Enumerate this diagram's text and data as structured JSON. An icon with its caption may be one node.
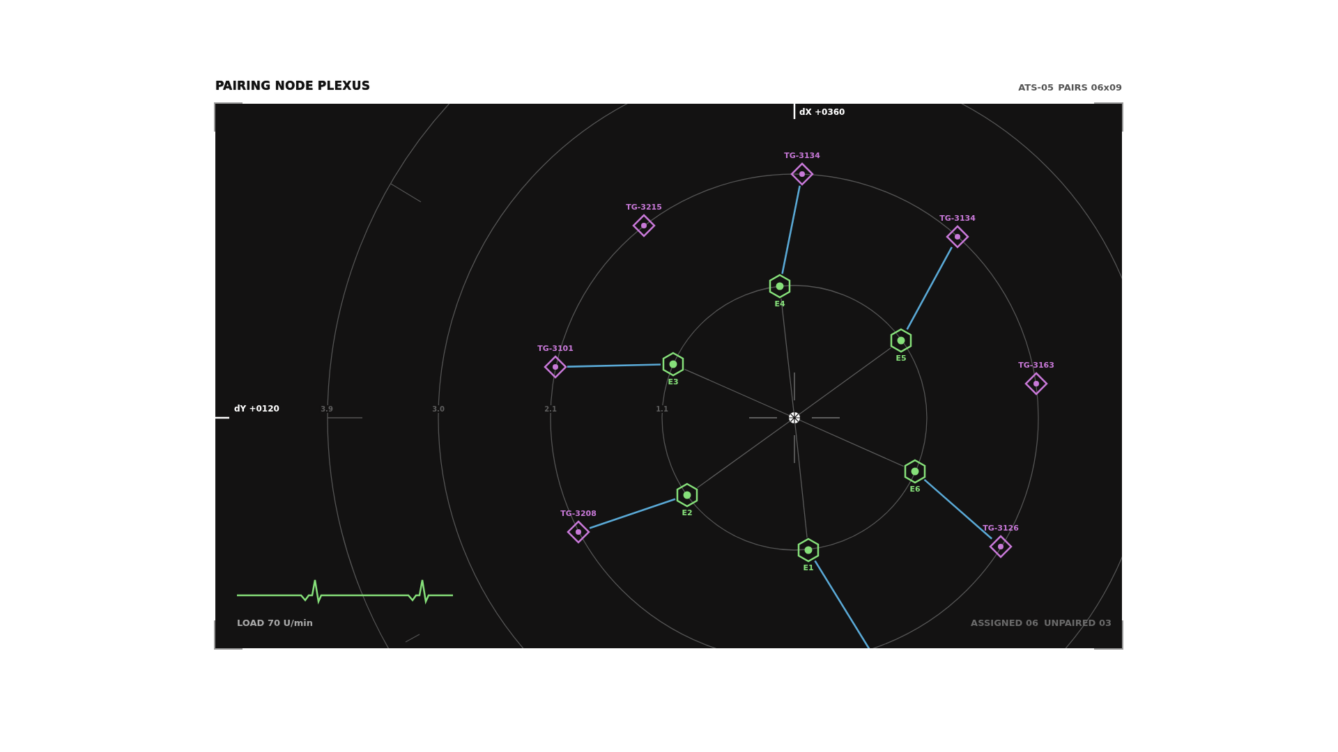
{
  "diagram": {
    "title": "PAIRING NODE PLEXUS",
    "nodes": [
      {
        "text": [
          "TG-3134"
        ]
      },
      {
        "text": [
          "TG-3215"
        ]
      },
      {
        "text": [
          "TG-3134"
        ]
      },
      {
        "text": [
          "E4"
        ]
      },
      {
        "text": [
          "E5"
        ]
      },
      {
        "text": [
          "E3"
        ]
      },
      {
        "text": [
          "TG-3101"
        ]
      },
      {
        "text": [
          "TG-3163"
        ]
      },
      {
        "text": [],
        "shape": "circle"
      },
      {
        "text": [
          "E6"
        ]
      },
      {
        "text": [
          "E2"
        ]
      },
      {
        "text": [
          "TG-3208"
        ]
      },
      {
        "text": [
          "TG-3126"
        ]
      },
      {
        "text": [
          "E1"
        ]
      }
    ],
    "edges": [
      {
        "from": 8,
        "to": 13,
        "arrow": "none"
      },
      {
        "from": 8,
        "to": 10,
        "arrow": "none"
      },
      {
        "from": 8,
        "to": 5,
        "arrow": "none"
      },
      {
        "from": 8,
        "to": 3,
        "arrow": "none"
      },
      {
        "from": 8,
        "to": 4,
        "arrow": "none"
      },
      {
        "from": 8,
        "to": 9,
        "arrow": "none"
      },
      {
        "from": 3,
        "to": 0,
        "arrow": "none",
        "color": "#5aa9d6"
      },
      {
        "from": 4,
        "to": 2,
        "arrow": "none",
        "color": "#5aa9d6"
      },
      {
        "from": 5,
        "to": 6,
        "arrow": "none",
        "color": "#5aa9d6"
      },
      {
        "from": 10,
        "to": 11,
        "arrow": "none",
        "color": "#5aa9d6"
      },
      {
        "from": 9,
        "to": 12,
        "arrow": "none",
        "color": "#5aa9d6"
      },
      {
        "from": 13,
        "to": null,
        "arrow": "none",
        "color": "#5aa9d6"
      }
    ],
    "labels": [
      "ATS-05",
      "PAIRS 06x09",
      "dX +0360",
      "dY +0120",
      "3.9",
      "3.0",
      "2.1",
      "1.1",
      "LOAD 70 U/min",
      "ASSIGNED 06",
      "UNPAIRED 03"
    ]
  }
}
